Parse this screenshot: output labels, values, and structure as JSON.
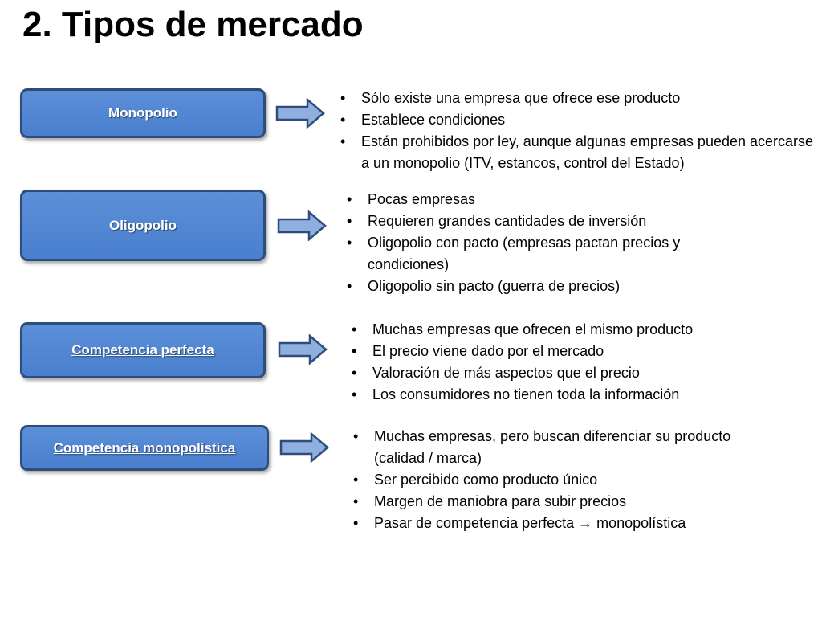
{
  "title": "2. Tipos de mercado",
  "sections": [
    {
      "label": "Monopolio",
      "bullets": [
        "Sólo existe una empresa que ofrece ese producto",
        "Establece condiciones",
        "Están  prohibidos por ley, aunque algunas empresas pueden acercarse a un monopolio (ITV, estancos, control del Estado)"
      ]
    },
    {
      "label": "Oligopolio",
      "bullets": [
        "Pocas empresas",
        "Requieren grandes cantidades de inversión",
        "Oligopolio con pacto (empresas pactan precios y condiciones)",
        "Oligopolio sin pacto (guerra de precios)"
      ]
    },
    {
      "label": "Competencia perfecta",
      "bullets": [
        "Muchas empresas que ofrecen el mismo producto",
        "El precio viene dado por el mercado",
        "Valoración de más aspectos que el precio",
        "Los consumidores no tienen toda la información"
      ]
    },
    {
      "label": "Competencia monopolística",
      "bullets": [
        "Muchas empresas, pero buscan diferenciar su producto (calidad / marca)",
        "Ser percibido como producto único",
        "Margen de maniobra para subir precios",
        "Pasar de competencia perfecta → monopolística"
      ]
    }
  ],
  "colors": {
    "box_fill": "#4f86d4",
    "box_border": "#2e4d7a",
    "arrow_fill": "#8fb0de",
    "arrow_stroke": "#2e4d7a"
  },
  "icons": {
    "connector": "right-arrow-icon"
  }
}
